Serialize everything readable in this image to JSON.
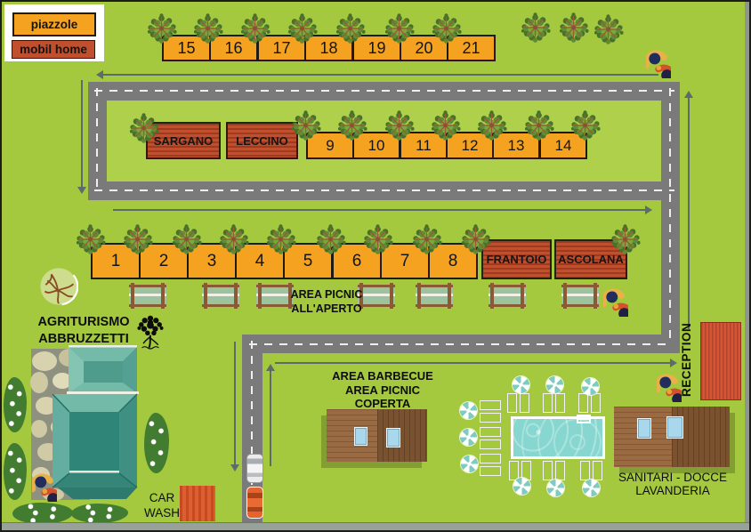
{
  "legend": {
    "piazzole": "piazzole",
    "mobil_home": "mobil home"
  },
  "pitches": {
    "row_top": [
      "15",
      "16",
      "17",
      "18",
      "19",
      "20",
      "21"
    ],
    "row_middle": [
      "9",
      "10",
      "11",
      "12",
      "13",
      "14"
    ],
    "row_bottom": [
      "1",
      "2",
      "3",
      "4",
      "5",
      "6",
      "7",
      "8"
    ]
  },
  "mobil_homes": {
    "middle": [
      "SARGANO",
      "LECCINO"
    ],
    "bottom": [
      "FRANTOIO",
      "ASCOLANA"
    ]
  },
  "areas": {
    "picnic_open": [
      "AREA PICNIC",
      "ALL'APERTO"
    ],
    "farm": [
      "AGRITURISMO",
      "ABBRUZZETTI"
    ],
    "barbecue": [
      "AREA BARBECUE",
      "AREA PICNIC",
      "COPERTA"
    ],
    "sanitary": [
      "SANITARI - DOCCE",
      "LAVANDERIA"
    ],
    "reception": "RECEPTION",
    "car_wash": [
      "CAR",
      "WASH"
    ]
  },
  "colors": {
    "background": "#a5c93e",
    "island": "#aed04a",
    "road": "#7a7a7a",
    "pitch_orange": "#f4a21f",
    "mobil_home_red": "#bf4f2d",
    "reception_red": "#d85434",
    "pool_water": "#87d7d0",
    "roof_teal": "#4c9e91",
    "deck_light": "#9a6b42",
    "deck_dark": "#7a5230",
    "umbrella_teal": "#7ecbc2"
  }
}
